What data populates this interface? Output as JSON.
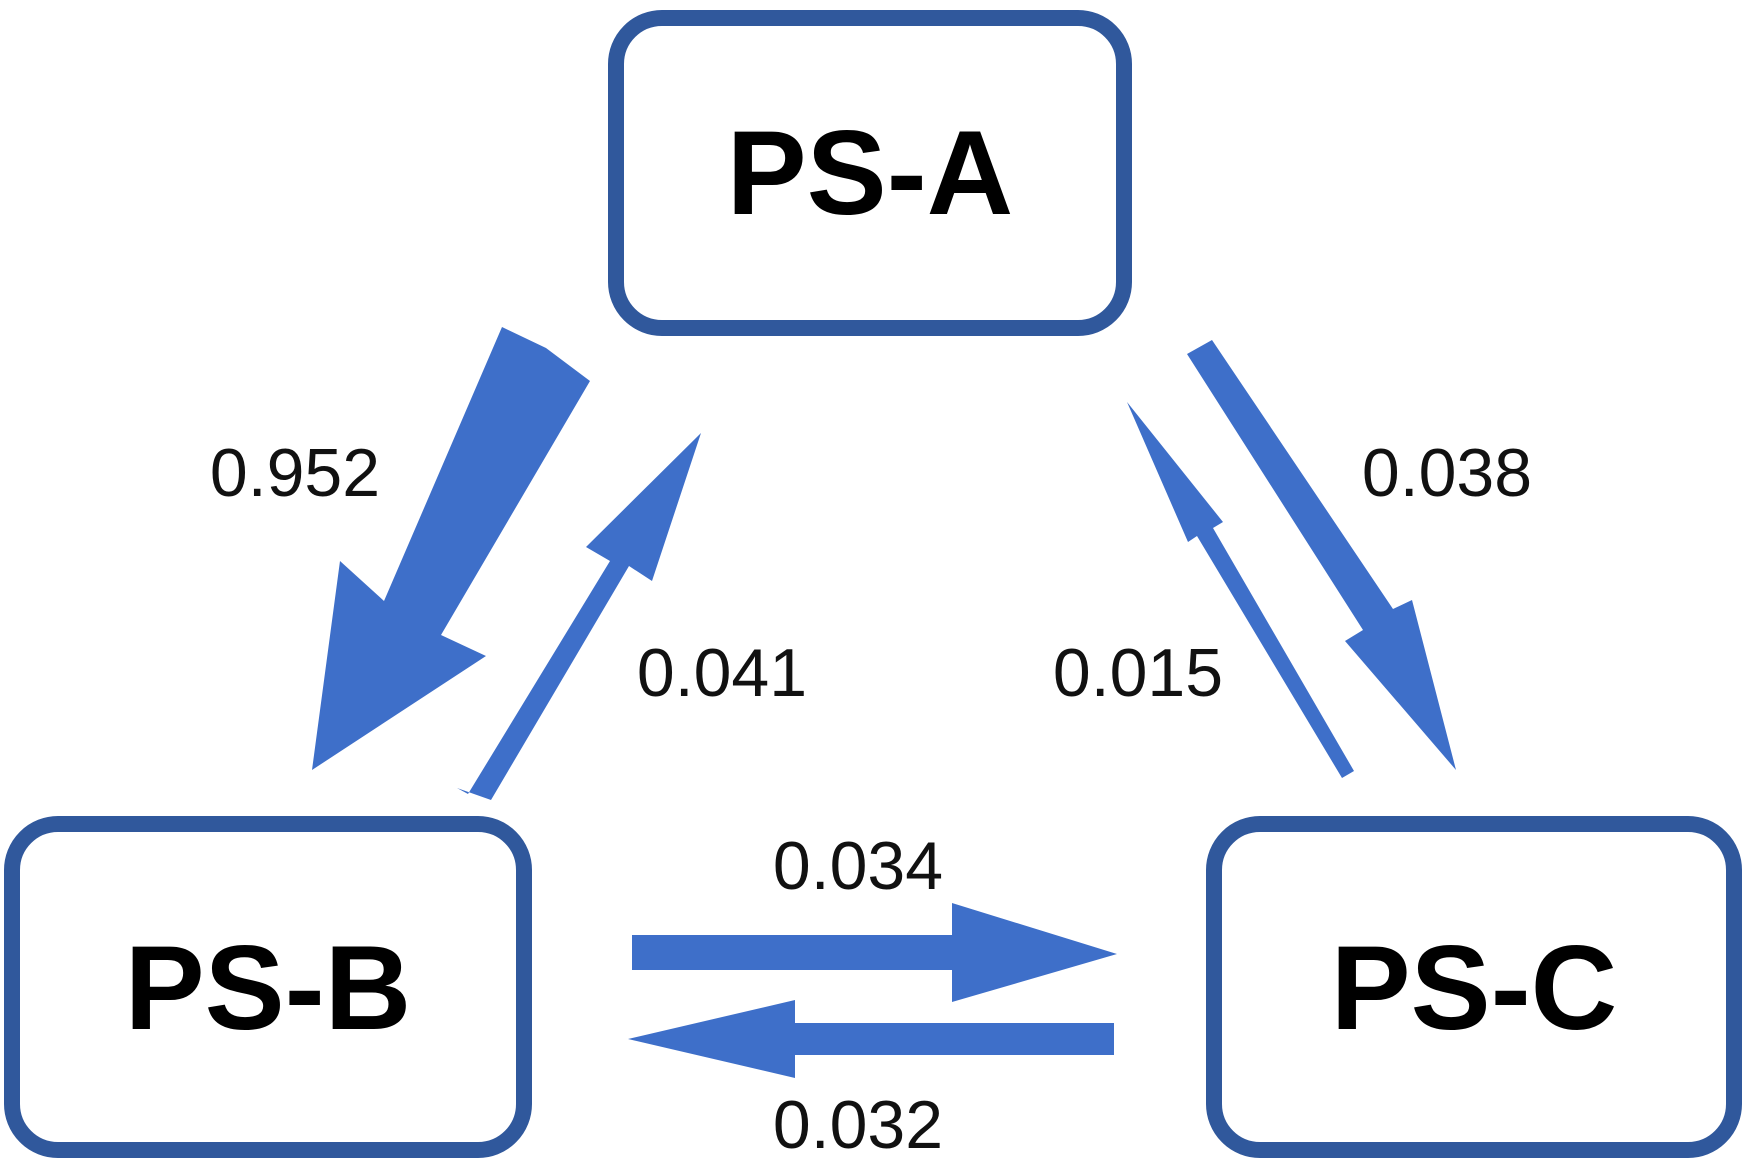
{
  "colors": {
    "box_border": "#30589c",
    "arrow": "#3e6fc9",
    "text": "#000000"
  },
  "nodes": {
    "a": {
      "label": "PS-A"
    },
    "b": {
      "label": "PS-B"
    },
    "c": {
      "label": "PS-C"
    }
  },
  "transitions": [
    {
      "from": "PS-A",
      "to": "PS-B",
      "value": "0.952"
    },
    {
      "from": "PS-B",
      "to": "PS-A",
      "value": "0.041"
    },
    {
      "from": "PS-A",
      "to": "PS-C",
      "value": "0.038"
    },
    {
      "from": "PS-C",
      "to": "PS-A",
      "value": "0.015"
    },
    {
      "from": "PS-B",
      "to": "PS-C",
      "value": "0.034"
    },
    {
      "from": "PS-C",
      "to": "PS-B",
      "value": "0.032"
    }
  ]
}
